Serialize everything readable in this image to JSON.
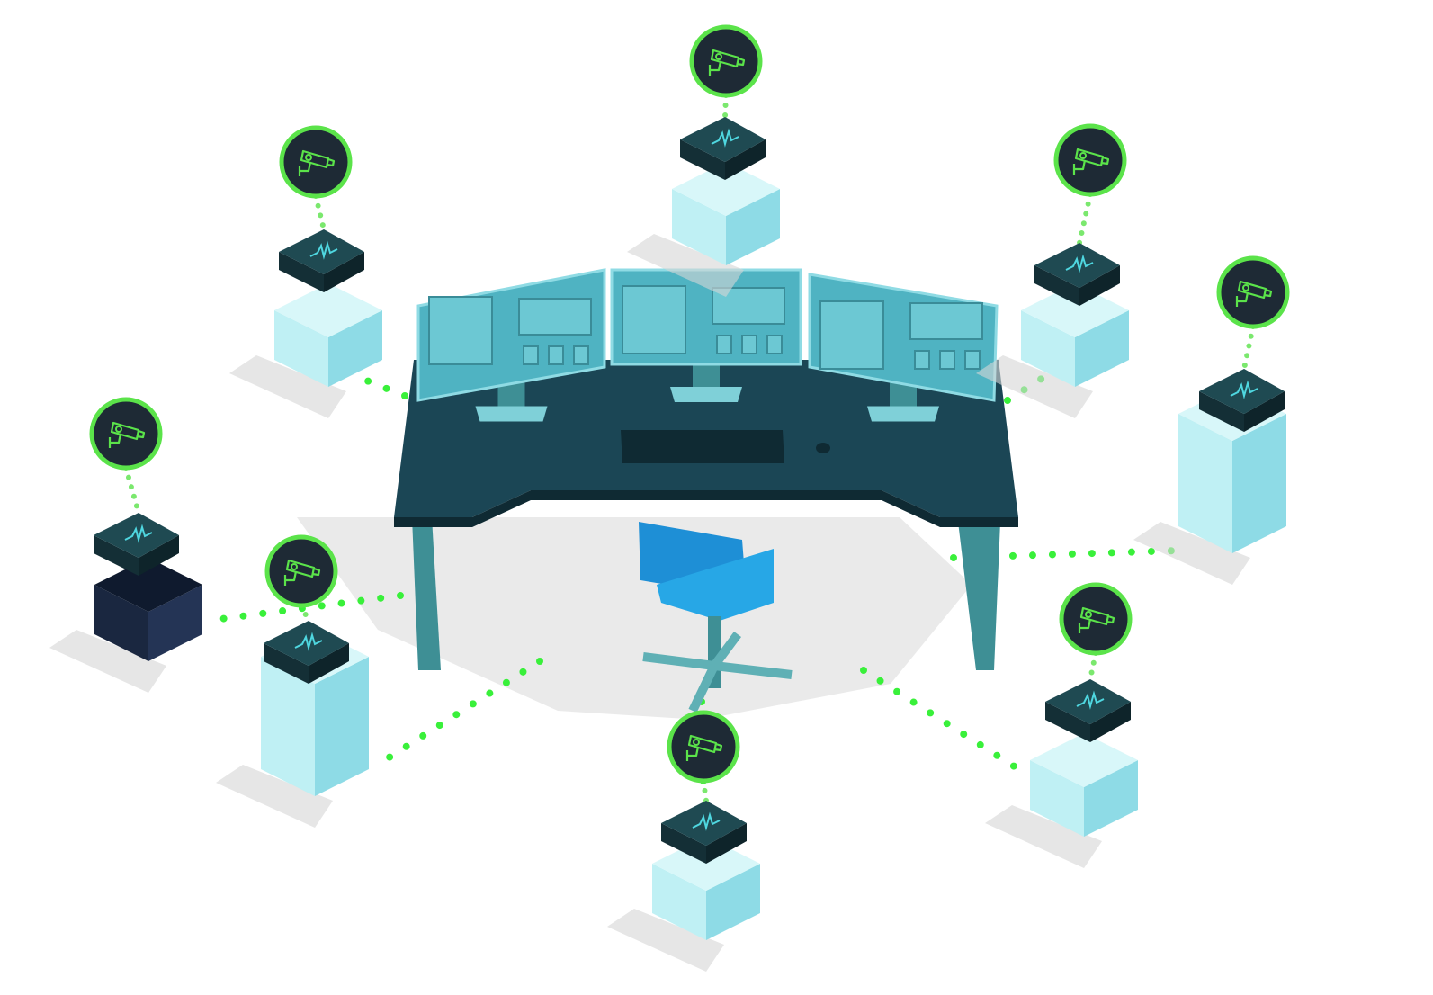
{
  "colors": {
    "accent_green": "#5be34a",
    "link_dot": "#39f03a",
    "badge_fill": "#1e2a35",
    "hub_top": "#1f4a52",
    "hub_side": "#142f36",
    "desk_top": "#1b4655",
    "desk_edge": "#0f2a33",
    "desk_leg": "#3e8f95",
    "monitor": "#4fb3c2",
    "screen": "#6cc8d3",
    "chair_blue": "#1e8fd6",
    "building_light": "#bff0f4",
    "building_side": "#8edbe6",
    "shadow": "#d6d6d6"
  },
  "workstation": {
    "monitors": 3,
    "monitor_content_icons": [
      "map-icon",
      "video-play-icon",
      "document-icon"
    ]
  },
  "nodes": [
    {
      "camera_icon": "security-camera-icon",
      "hub_icon": "network-hub-icon",
      "building": "office-gabled"
    },
    {
      "camera_icon": "security-camera-icon",
      "hub_icon": "network-hub-icon",
      "building": "office-wide"
    },
    {
      "camera_icon": "security-camera-icon",
      "hub_icon": "network-hub-icon",
      "building": "office-small"
    },
    {
      "camera_icon": "security-camera-icon",
      "hub_icon": "network-hub-icon",
      "building": "tower"
    },
    {
      "camera_icon": "security-camera-icon",
      "hub_icon": "network-hub-icon",
      "building": "dark-warehouse"
    },
    {
      "camera_icon": "security-camera-icon",
      "hub_icon": "network-hub-icon",
      "building": "tower"
    },
    {
      "camera_icon": "security-camera-icon",
      "hub_icon": "network-hub-icon",
      "building": "office-block"
    },
    {
      "camera_icon": "security-camera-icon",
      "hub_icon": "network-hub-icon",
      "building": "house"
    }
  ]
}
